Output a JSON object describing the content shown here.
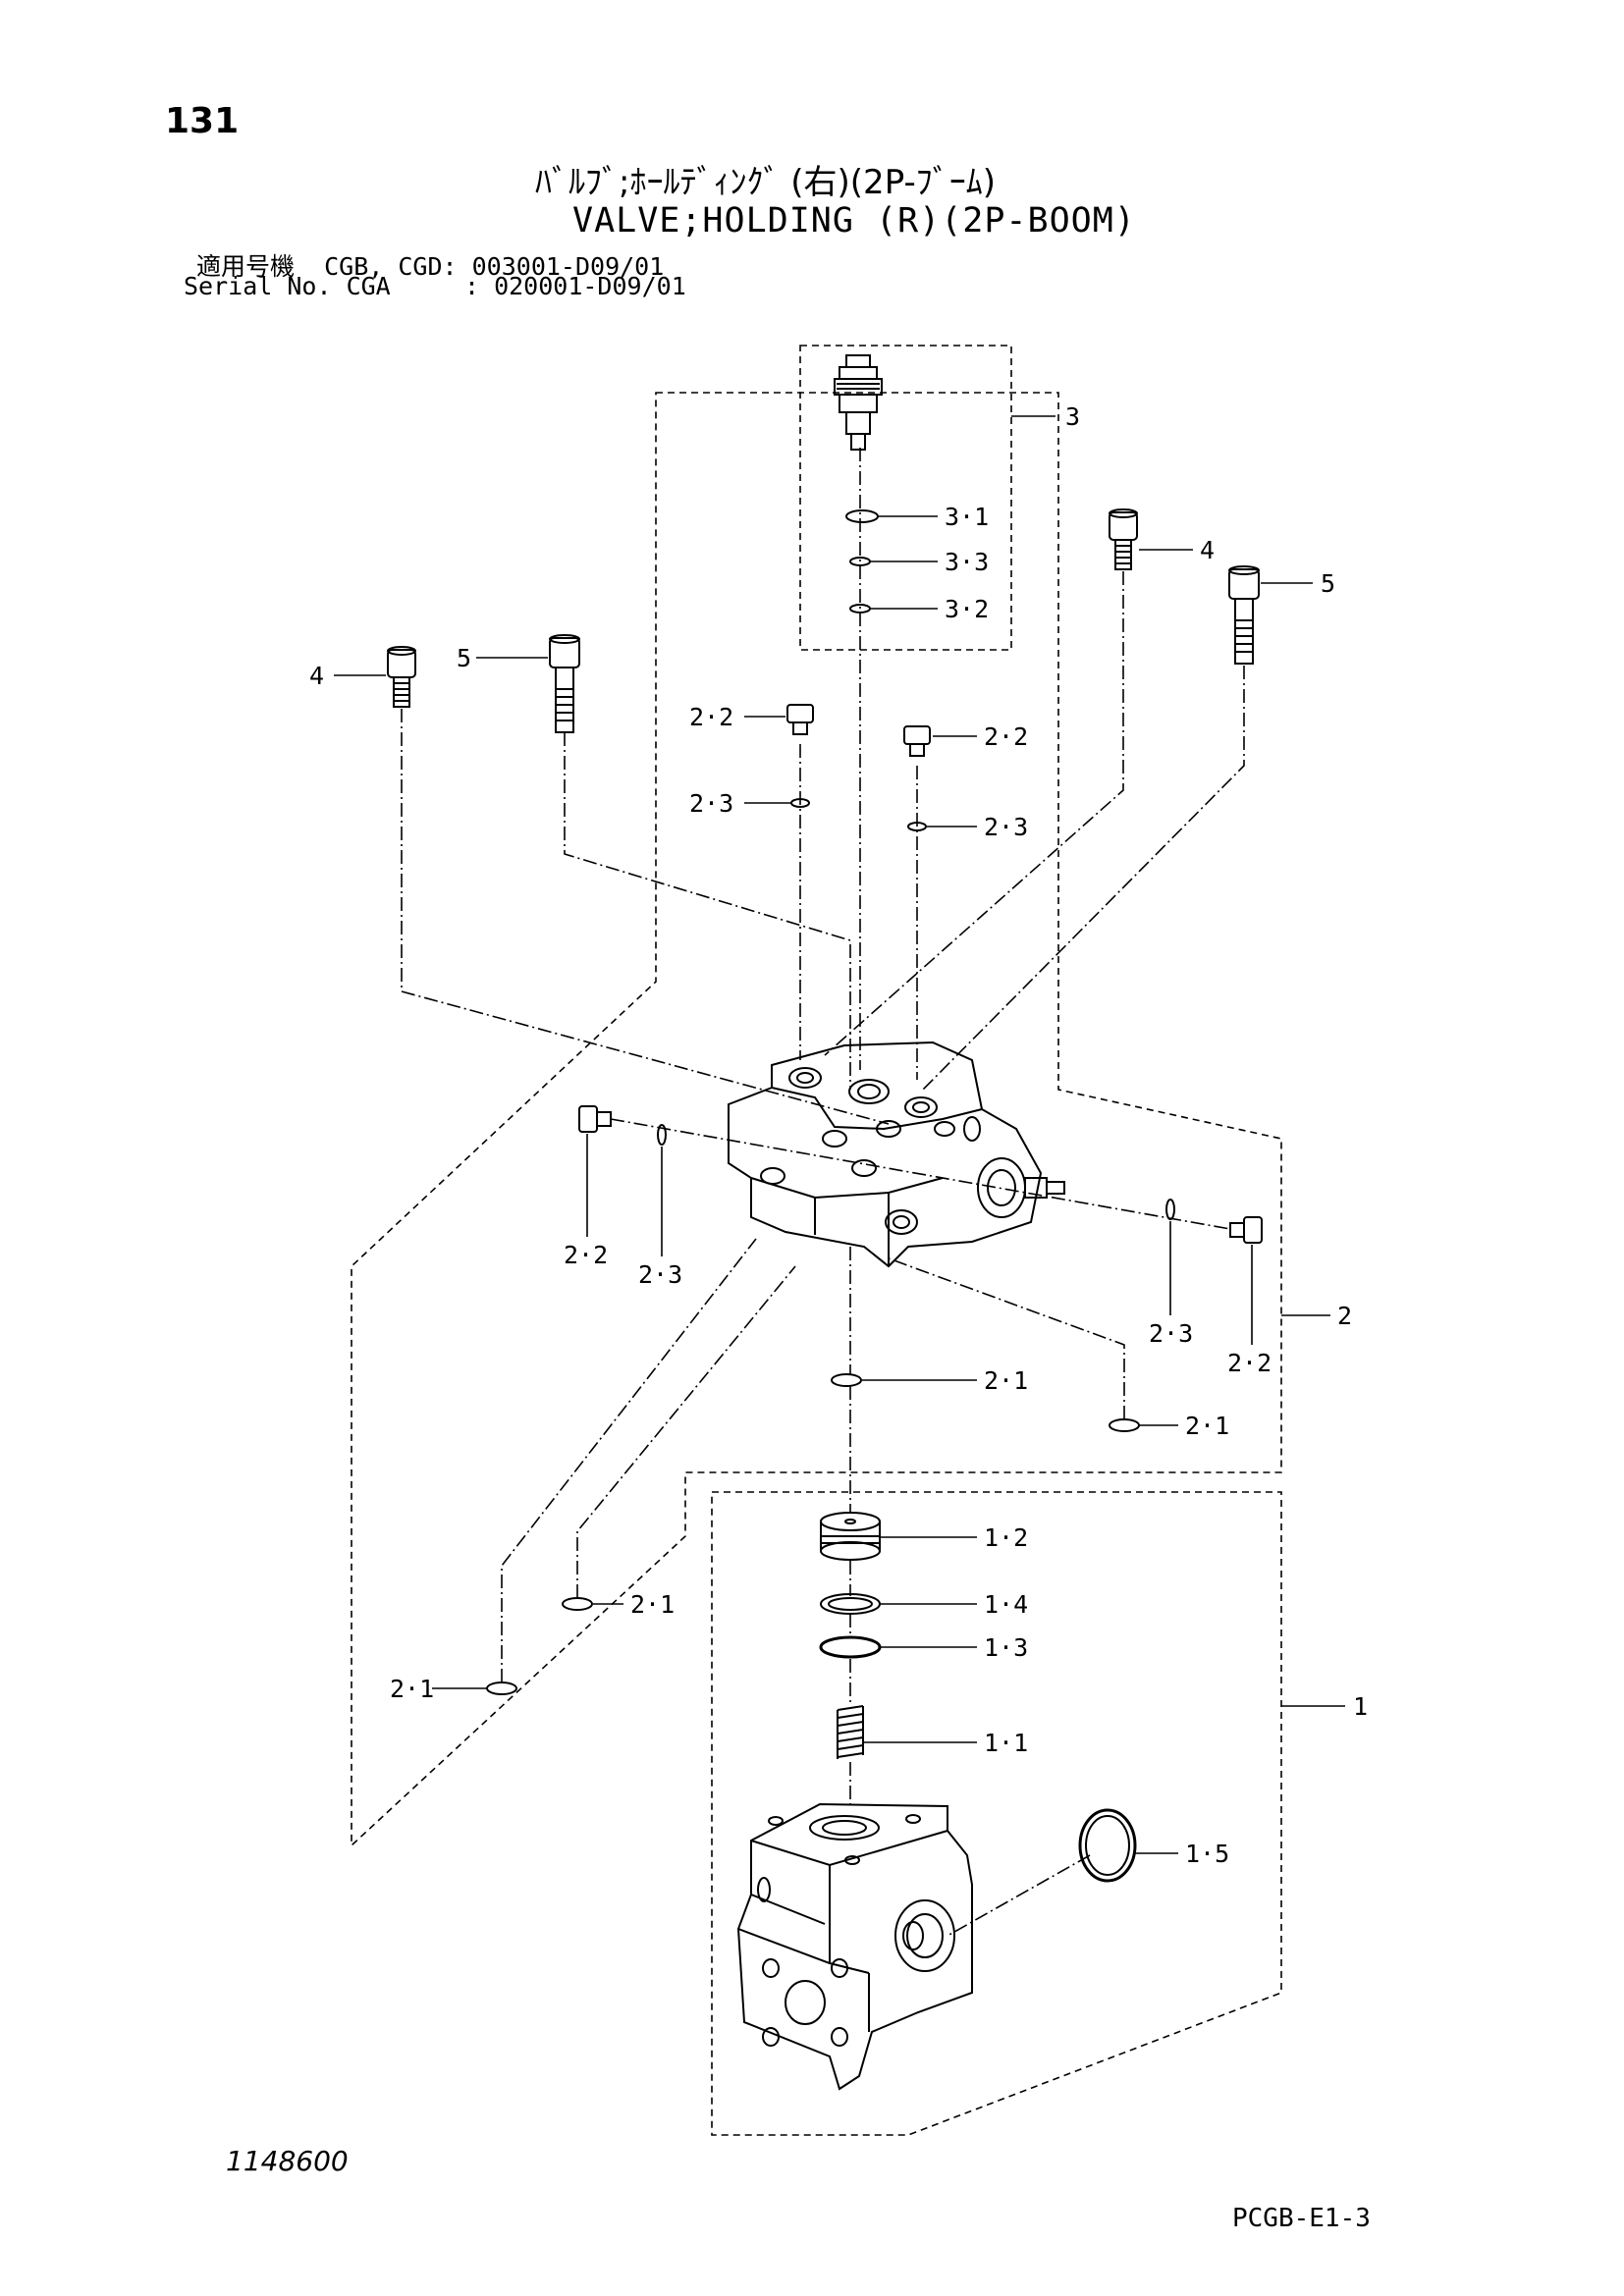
{
  "header": {
    "page_number": "131",
    "title_jp": "ﾊﾞﾙﾌﾞ;ﾎｰﾙﾃﾞｨﾝｸﾞ (右)(2P-ﾌﾞｰﾑ)",
    "title_en": "VALVE;HOLDING (R)(2P-BOOM)",
    "serial_line_1": "適用号機  CGB, CGD: 003001-D09/01",
    "serial_line_2": "Serial No. CGA     : 020001-D09/01"
  },
  "callouts": {
    "c3": "3",
    "c3_1": "3·1",
    "c3_3": "3·3",
    "c3_2": "3·2",
    "c4_right": "4",
    "c5_right": "5",
    "c4_left": "4",
    "c5_left": "5",
    "c2_2_top_left": "2·2",
    "c2_3_top_left": "2·3",
    "c2_2_top_right": "2·2",
    "c2_3_top_right": "2·3",
    "c2_2_side_left": "2·2",
    "c2_3_side_left": "2·3",
    "c2_3_side_right": "2·3",
    "c2_2_side_right": "2·2",
    "c2": "2",
    "c2_1_center": "2·1",
    "c2_1_right": "2·1",
    "c2_1_left_upper": "2·1",
    "c2_1_left_lower": "2·1",
    "c1_2": "1·2",
    "c1_4": "1·4",
    "c1_3": "1·3",
    "c1_1": "1·1",
    "c1": "1",
    "c1_5": "1·5"
  },
  "footer": {
    "doc_number": "1148600",
    "page_code": "PCGB-E1-3"
  }
}
